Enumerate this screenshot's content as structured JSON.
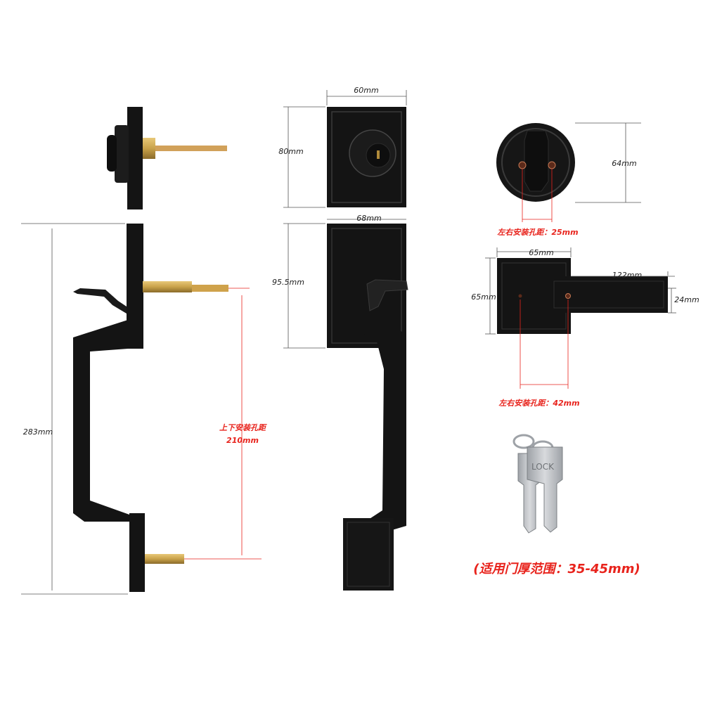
{
  "dimensions": {
    "deadbolt_width": "60mm",
    "deadbolt_height": "80mm",
    "handle_plate_width": "68mm",
    "handle_plate_height": "95.5mm",
    "overall_height": "283mm",
    "rosette_height": "64mm",
    "rosette_hole_spacing": "左右安装孔距：25mm",
    "lever_base_width": "65mm",
    "lever_base_height": "65mm",
    "lever_length": "122mm",
    "lever_thickness": "24mm",
    "lever_hole_spacing": "左右安装孔距：42mm",
    "vertical_hole_spacing_label": "上下安装孔距",
    "vertical_hole_spacing_value": "210mm"
  },
  "key_text": "LOCK",
  "door_thickness_note": "(适用门厚范围：35-45mm)",
  "colors": {
    "hardware": "#141414",
    "hardware_edge": "#3a3a3a",
    "brass": "#c9a24a",
    "red": "#e8231c",
    "dimension_line": "#555555",
    "key": "#b9bcc0"
  }
}
